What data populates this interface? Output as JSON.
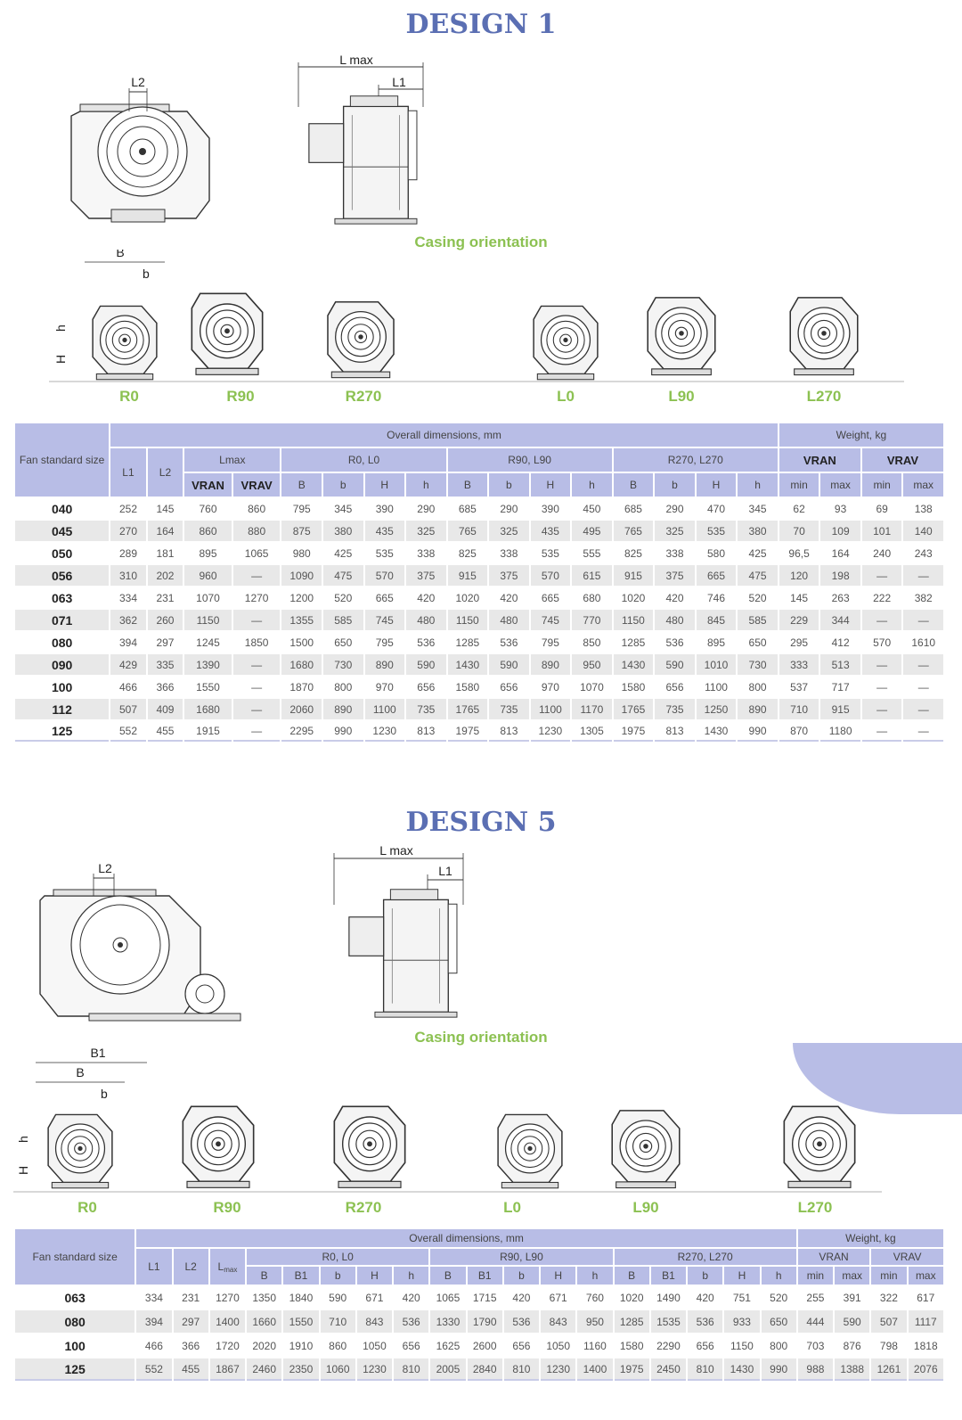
{
  "design1": {
    "title": "DESIGN 1",
    "dim_labels": {
      "l_max": "L max",
      "l1": "L1",
      "l2": "L2",
      "b_big": "B",
      "b_small": "b",
      "h_big": "H",
      "h_small": "h"
    },
    "casing_caption": "Casing orientation",
    "orientations": [
      "R0",
      "R90",
      "R270",
      "L0",
      "L90",
      "L270"
    ],
    "table": {
      "fan_size_header": "Fan standard size",
      "overall_header": "Overall dimensions, mm",
      "weight_header": "Weight, kg",
      "l1": "L1",
      "l2": "L2",
      "lmax": "Lmax",
      "groups": [
        "R0, L0",
        "R90, L90",
        "R270, L270"
      ],
      "vran": "VRAN",
      "vrav": "VRAV",
      "sub_cols": [
        "B",
        "b",
        "H",
        "h"
      ],
      "min": "min",
      "max": "max",
      "rows": [
        [
          "040",
          "252",
          "145",
          "760",
          "860",
          "795",
          "345",
          "390",
          "290",
          "685",
          "290",
          "390",
          "450",
          "685",
          "290",
          "470",
          "345",
          "62",
          "93",
          "69",
          "138"
        ],
        [
          "045",
          "270",
          "164",
          "860",
          "880",
          "875",
          "380",
          "435",
          "325",
          "765",
          "325",
          "435",
          "495",
          "765",
          "325",
          "535",
          "380",
          "70",
          "109",
          "101",
          "140"
        ],
        [
          "050",
          "289",
          "181",
          "895",
          "1065",
          "980",
          "425",
          "535",
          "338",
          "825",
          "338",
          "535",
          "555",
          "825",
          "338",
          "580",
          "425",
          "96,5",
          "164",
          "240",
          "243"
        ],
        [
          "056",
          "310",
          "202",
          "960",
          "—",
          "1090",
          "475",
          "570",
          "375",
          "915",
          "375",
          "570",
          "615",
          "915",
          "375",
          "665",
          "475",
          "120",
          "198",
          "—",
          "—"
        ],
        [
          "063",
          "334",
          "231",
          "1070",
          "1270",
          "1200",
          "520",
          "665",
          "420",
          "1020",
          "420",
          "665",
          "680",
          "1020",
          "420",
          "746",
          "520",
          "145",
          "263",
          "222",
          "382"
        ],
        [
          "071",
          "362",
          "260",
          "1150",
          "—",
          "1355",
          "585",
          "745",
          "480",
          "1150",
          "480",
          "745",
          "770",
          "1150",
          "480",
          "845",
          "585",
          "229",
          "344",
          "—",
          "—"
        ],
        [
          "080",
          "394",
          "297",
          "1245",
          "1850",
          "1500",
          "650",
          "795",
          "536",
          "1285",
          "536",
          "795",
          "850",
          "1285",
          "536",
          "895",
          "650",
          "295",
          "412",
          "570",
          "1610"
        ],
        [
          "090",
          "429",
          "335",
          "1390",
          "—",
          "1680",
          "730",
          "890",
          "590",
          "1430",
          "590",
          "890",
          "950",
          "1430",
          "590",
          "1010",
          "730",
          "333",
          "513",
          "—",
          "—"
        ],
        [
          "100",
          "466",
          "366",
          "1550",
          "—",
          "1870",
          "800",
          "970",
          "656",
          "1580",
          "656",
          "970",
          "1070",
          "1580",
          "656",
          "1100",
          "800",
          "537",
          "717",
          "—",
          "—"
        ],
        [
          "112",
          "507",
          "409",
          "1680",
          "—",
          "2060",
          "890",
          "1100",
          "735",
          "1765",
          "735",
          "1100",
          "1170",
          "1765",
          "735",
          "1250",
          "890",
          "710",
          "915",
          "—",
          "—"
        ],
        [
          "125",
          "552",
          "455",
          "1915",
          "—",
          "2295",
          "990",
          "1230",
          "813",
          "1975",
          "813",
          "1230",
          "1305",
          "1975",
          "813",
          "1430",
          "990",
          "870",
          "1180",
          "—",
          "—"
        ]
      ]
    }
  },
  "design5": {
    "title": "DESIGN 5",
    "dim_labels": {
      "l_max": "L max",
      "l1": "L1",
      "l2": "L2",
      "b1": "B1",
      "b_big": "B",
      "b_small": "b",
      "h_big": "H",
      "h_small": "h"
    },
    "casing_caption": "Casing orientation",
    "orientations": [
      "R0",
      "R90",
      "R270",
      "L0",
      "L90",
      "L270"
    ],
    "table": {
      "fan_size_header": "Fan standard size",
      "overall_header": "Overall dimensions, mm",
      "weight_header": "Weight, kg",
      "l1": "L1",
      "l2": "L2",
      "lmax_main": "L",
      "lmax_sub": "max",
      "groups": [
        "R0, L0",
        "R90, L90",
        "R270, L270"
      ],
      "vran": "VRAN",
      "vrav": "VRAV",
      "sub_cols": [
        "B",
        "B1",
        "b",
        "H",
        "h"
      ],
      "min": "min",
      "max": "max",
      "rows": [
        [
          "063",
          "334",
          "231",
          "1270",
          "1350",
          "1840",
          "590",
          "671",
          "420",
          "1065",
          "1715",
          "420",
          "671",
          "760",
          "1020",
          "1490",
          "420",
          "751",
          "520",
          "255",
          "391",
          "322",
          "617"
        ],
        [
          "080",
          "394",
          "297",
          "1400",
          "1660",
          "1550",
          "710",
          "843",
          "536",
          "1330",
          "1790",
          "536",
          "843",
          "950",
          "1285",
          "1535",
          "536",
          "933",
          "650",
          "444",
          "590",
          "507",
          "1117"
        ],
        [
          "100",
          "466",
          "366",
          "1720",
          "2020",
          "1910",
          "860",
          "1050",
          "656",
          "1625",
          "2600",
          "656",
          "1050",
          "1160",
          "1580",
          "2290",
          "656",
          "1150",
          "800",
          "703",
          "876",
          "798",
          "1818"
        ],
        [
          "125",
          "552",
          "455",
          "1867",
          "2460",
          "2350",
          "1060",
          "1230",
          "810",
          "2005",
          "2840",
          "810",
          "1230",
          "1400",
          "1975",
          "2450",
          "810",
          "1430",
          "990",
          "988",
          "1388",
          "1261",
          "2076"
        ]
      ]
    }
  }
}
